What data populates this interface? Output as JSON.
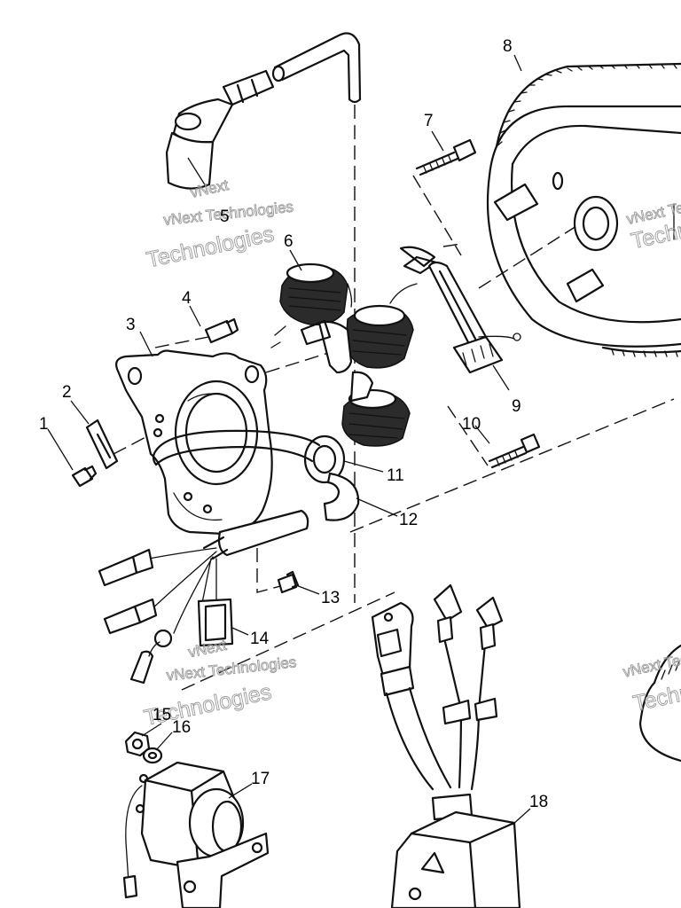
{
  "diagram": {
    "part_numbers": [
      "1",
      "2",
      "3",
      "4",
      "5",
      "6",
      "7",
      "8",
      "9",
      "10",
      "11",
      "12",
      "13",
      "14",
      "15",
      "16",
      "17",
      "18"
    ],
    "watermark": {
      "line1": "vNext",
      "line2": "vNext Technologies",
      "line3": "Technologies"
    }
  }
}
